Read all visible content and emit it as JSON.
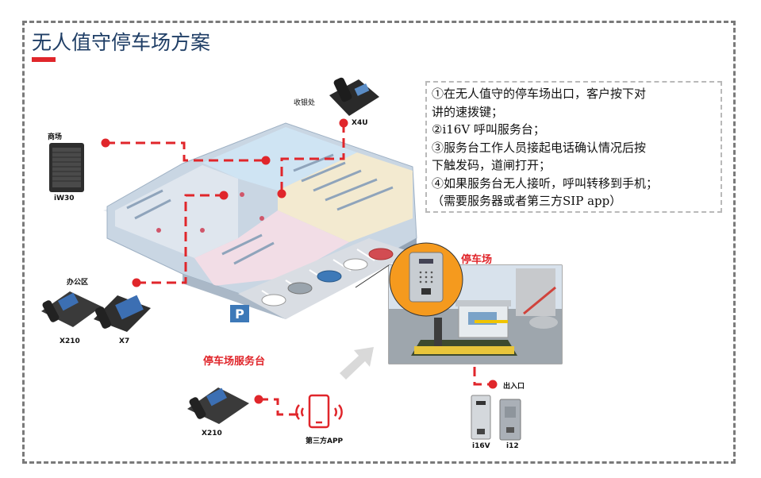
{
  "title": "无人值守停车场方案",
  "notes": [
    "①在无人值守的停车场出口，客户按下对",
    "讲的速拨键；",
    "②i16V 呼叫服务台；",
    "③服务台工作人员接起电话确认情况后按",
    "下触发码，道闸打开；",
    "④如果服务台无人接听，呼叫转移到手机；",
    "（需要服务器或者第三方SIP app）"
  ],
  "labels": {
    "cashier": "收银处",
    "x4u": "X4U",
    "mall": "商场",
    "iw30": "iW30",
    "office": "办公区",
    "x210_office": "X210",
    "x7": "X7",
    "parking": "停车场",
    "service_desk": "停车场服务台",
    "x210_desk": "X210",
    "third_party_app": "第三方APP",
    "exit": "出入口",
    "i16v": "i16V",
    "i12": "i12",
    "parking_sign": "P"
  },
  "colors": {
    "accent_red": "#e0262b",
    "title_blue": "#1f3e66",
    "frame_gray": "#7a7a7a"
  }
}
